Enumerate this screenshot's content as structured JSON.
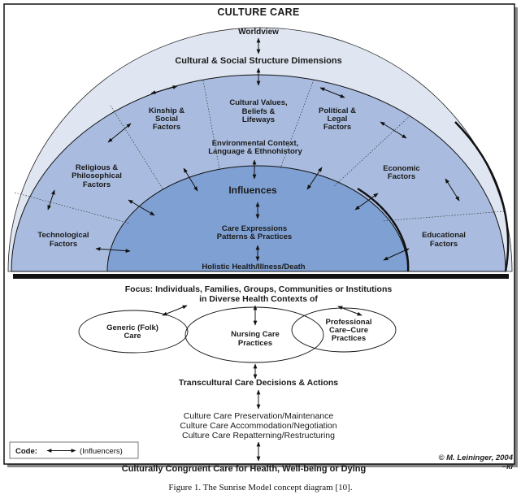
{
  "title": "Culture Care",
  "worldview": "Worldview",
  "dimensions_title": "Cultural & Social Structure Dimensions",
  "factors": {
    "technological": [
      "Technological",
      "Factors"
    ],
    "religious": [
      "Religious &",
      "Philosophical",
      "Factors"
    ],
    "kinship": [
      "Kinship &",
      "Social",
      "Factors"
    ],
    "cultural_values": [
      "Cultural Values,",
      "Beliefs &",
      "Lifeways"
    ],
    "political": [
      "Political &",
      "Legal",
      "Factors"
    ],
    "economic": [
      "Economic",
      "Factors"
    ],
    "educational": [
      "Educational",
      "Factors"
    ]
  },
  "environmental": [
    "Environmental Context,",
    "Language & Ethnohistory"
  ],
  "influences": "Influences",
  "care_expressions": [
    "Care Expressions",
    "Patterns & Practices"
  ],
  "holistic": "Holistic Health/Illness/Death",
  "focus": [
    "Focus: Individuals, Families, Groups, Communities or Institutions",
    "in Diverse Health Contexts of"
  ],
  "ellipses": {
    "generic": [
      "Generic (Folk)",
      "Care"
    ],
    "nursing": [
      "Nursing Care",
      "Practices"
    ],
    "professional": [
      "Professional",
      "Care–Cure",
      "Practices"
    ]
  },
  "decisions": "Transcultural Care Decisions & Actions",
  "modes": [
    "Culture Care Preservation/Maintenance",
    "Culture Care Accommodation/Negotiation",
    "Culture Care Repatterning/Restructuring"
  ],
  "outcome": "Culturally Congruent Care for Health, Well-being or Dying",
  "code_legend": {
    "label": "Code:",
    "meaning": "(Influencers)"
  },
  "copyright": [
    "© M. Leininger, 2004",
    "–kl"
  ],
  "caption": "Figure 1. The Sunrise Model concept diagram [10].",
  "colors": {
    "outer_band": "#dfe6f2",
    "middle_band": "#a9bcdf",
    "inner_dome": "#7fa0d2",
    "frame": "#111111"
  }
}
